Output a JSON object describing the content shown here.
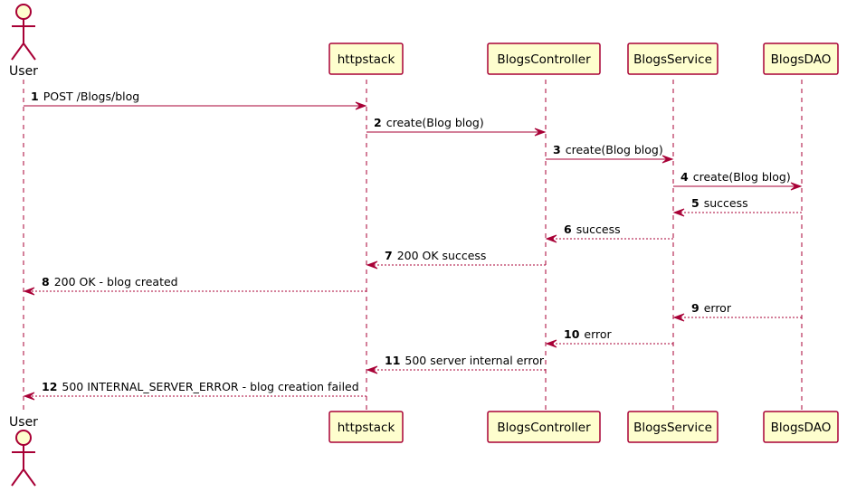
{
  "diagram": {
    "actor": {
      "name": "User"
    },
    "participants": [
      {
        "id": "httpstack",
        "name": "httpstack"
      },
      {
        "id": "controller",
        "name": "BlogsController"
      },
      {
        "id": "service",
        "name": "BlogsService"
      },
      {
        "id": "dao",
        "name": "BlogsDAO"
      }
    ],
    "messages": [
      {
        "num": "1",
        "text": "POST /Blogs/blog",
        "from": "user",
        "to": "httpstack",
        "style": "solid"
      },
      {
        "num": "2",
        "text": "create(Blog blog)",
        "from": "httpstack",
        "to": "controller",
        "style": "solid"
      },
      {
        "num": "3",
        "text": "create(Blog blog)",
        "from": "controller",
        "to": "service",
        "style": "solid"
      },
      {
        "num": "4",
        "text": "create(Blog blog)",
        "from": "service",
        "to": "dao",
        "style": "solid"
      },
      {
        "num": "5",
        "text": "success",
        "from": "dao",
        "to": "service",
        "style": "dashed"
      },
      {
        "num": "6",
        "text": "success",
        "from": "service",
        "to": "controller",
        "style": "dashed"
      },
      {
        "num": "7",
        "text": "200 OK success",
        "from": "controller",
        "to": "httpstack",
        "style": "dashed"
      },
      {
        "num": "8",
        "text": "200 OK - blog created",
        "from": "httpstack",
        "to": "user",
        "style": "dashed"
      },
      {
        "num": "9",
        "text": "error",
        "from": "dao",
        "to": "service",
        "style": "dashed"
      },
      {
        "num": "10",
        "text": "error",
        "from": "service",
        "to": "controller",
        "style": "dashed"
      },
      {
        "num": "11",
        "text": "500 server internal error",
        "from": "controller",
        "to": "httpstack",
        "style": "dashed"
      },
      {
        "num": "12",
        "text": "500  INTERNAL_SERVER_ERROR - blog creation failed",
        "from": "httpstack",
        "to": "user",
        "style": "dashed"
      }
    ]
  }
}
